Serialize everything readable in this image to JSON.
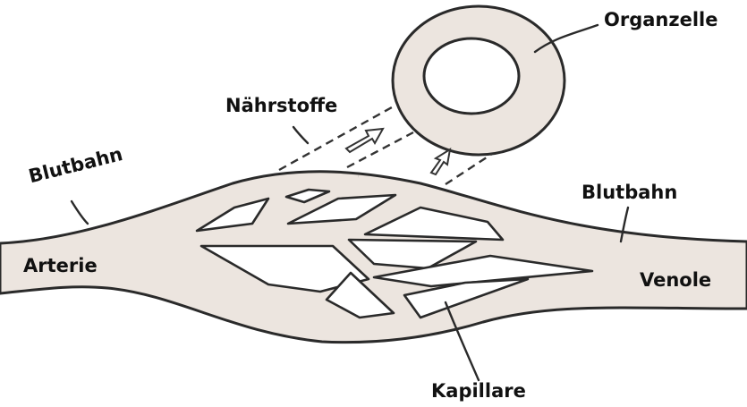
{
  "diagram": {
    "labels": {
      "organzelle": "Organzelle",
      "naehrstoffe": "Nährstoffe",
      "blutbahn_left": "Blutbahn",
      "blutbahn_right": "Blutbahn",
      "arterie": "Arterie",
      "venole": "Venole",
      "kapillare": "Kapillare"
    },
    "colors": {
      "vessel_fill": "#ece5df",
      "outline": "#2a2a2a",
      "cell_fill": "#ece5df",
      "background": "#ffffff"
    }
  }
}
